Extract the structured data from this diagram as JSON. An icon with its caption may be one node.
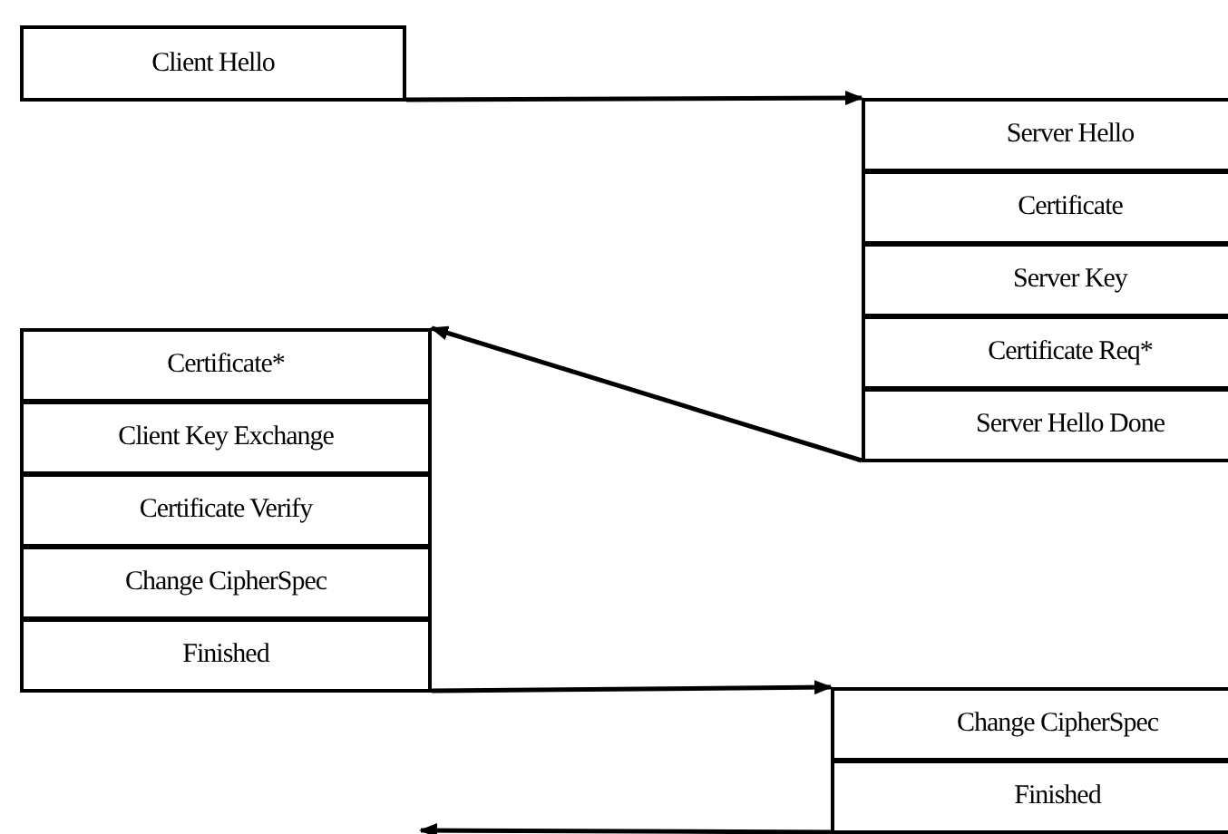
{
  "diagram": {
    "nodes": [
      {
        "text": [
          "Client Hello"
        ]
      },
      {
        "text": [
          "Server Hello"
        ]
      },
      {
        "text": [
          "Certificate"
        ]
      },
      {
        "text": [
          "Server Key"
        ]
      },
      {
        "text": [
          "Certificate Req*"
        ]
      },
      {
        "text": [
          "Server Hello Done"
        ]
      },
      {
        "text": [
          "Certificate*"
        ]
      },
      {
        "text": [
          "Client Key Exchange"
        ]
      },
      {
        "text": [
          "Certificate Verify"
        ]
      },
      {
        "text": [
          "Change CipherSpec"
        ]
      },
      {
        "text": [
          "Finished"
        ]
      },
      {
        "text": [
          "Change CipherSpec"
        ]
      },
      {
        "text": [
          "Finished"
        ]
      }
    ],
    "edges": [
      {
        "from": 0,
        "to": 1,
        "arrow": "to"
      },
      {
        "from": 5,
        "to": 6,
        "arrow": "to"
      },
      {
        "from": 10,
        "to": 11,
        "arrow": "to"
      },
      {
        "from": 12,
        "to": null,
        "arrow": "to"
      }
    ]
  }
}
